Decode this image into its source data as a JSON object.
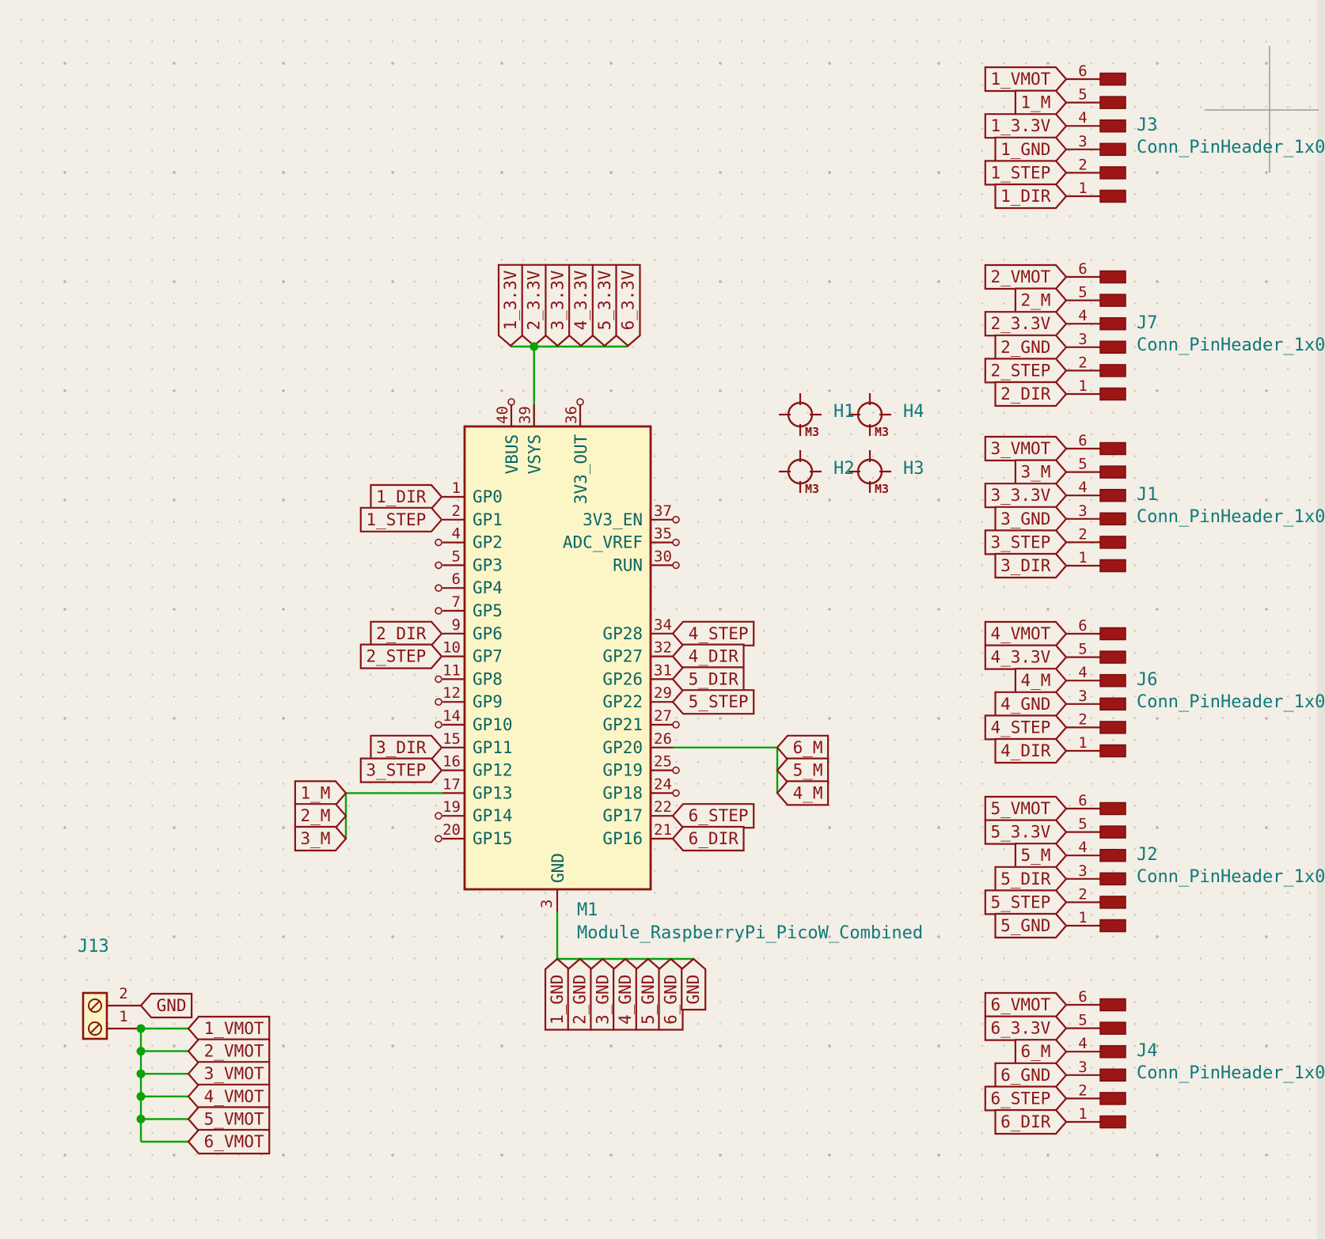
{
  "app": {
    "description": "KiCad schematic sheet, Raspberry Pi Pico W stepper motor breakout"
  },
  "module": {
    "ref": "M1",
    "value": "Module_RaspberryPi_PicoW_Combined"
  },
  "ic": {
    "top_pins": [
      {
        "num": "40",
        "name": "VBUS",
        "connected": false
      },
      {
        "num": "39",
        "name": "VSYS",
        "connected": true
      },
      {
        "num": "36",
        "name": "3V3_OUT",
        "connected": false
      }
    ],
    "bottom_pin": {
      "num": "3",
      "name": "GND"
    },
    "left_pins": [
      {
        "num": "1",
        "name": "GP0",
        "row": 0,
        "label": "1_DIR"
      },
      {
        "num": "2",
        "name": "GP1",
        "row": 1,
        "label": "1_STEP"
      },
      {
        "num": "4",
        "name": "GP2",
        "row": 2
      },
      {
        "num": "5",
        "name": "GP3",
        "row": 3
      },
      {
        "num": "6",
        "name": "GP4",
        "row": 4
      },
      {
        "num": "7",
        "name": "GP5",
        "row": 5
      },
      {
        "num": "9",
        "name": "GP6",
        "row": 6,
        "label": "2_DIR"
      },
      {
        "num": "10",
        "name": "GP7",
        "row": 7,
        "label": "2_STEP"
      },
      {
        "num": "11",
        "name": "GP8",
        "row": 8
      },
      {
        "num": "12",
        "name": "GP9",
        "row": 9
      },
      {
        "num": "14",
        "name": "GP10",
        "row": 10
      },
      {
        "num": "15",
        "name": "GP11",
        "row": 11,
        "label": "3_DIR"
      },
      {
        "num": "16",
        "name": "GP12",
        "row": 12,
        "label": "3_STEP"
      },
      {
        "num": "17",
        "name": "GP13",
        "row": 13,
        "wired": true
      },
      {
        "num": "19",
        "name": "GP14",
        "row": 14
      },
      {
        "num": "20",
        "name": "GP15",
        "row": 15
      }
    ],
    "right_pins": [
      {
        "num": "37",
        "name": "3V3_EN",
        "row": 1
      },
      {
        "num": "35",
        "name": "ADC_VREF",
        "row": 2
      },
      {
        "num": "30",
        "name": "RUN",
        "row": 3
      },
      {
        "num": "34",
        "name": "GP28",
        "row": 6,
        "label": "4_STEP"
      },
      {
        "num": "32",
        "name": "GP27",
        "row": 7,
        "label": "4_DIR"
      },
      {
        "num": "31",
        "name": "GP26",
        "row": 8,
        "label": "5_DIR"
      },
      {
        "num": "29",
        "name": "GP22",
        "row": 9,
        "label": "5_STEP"
      },
      {
        "num": "27",
        "name": "GP21",
        "row": 10
      },
      {
        "num": "26",
        "name": "GP20",
        "row": 11,
        "wired": true
      },
      {
        "num": "25",
        "name": "GP19",
        "row": 12
      },
      {
        "num": "24",
        "name": "GP18",
        "row": 13
      },
      {
        "num": "22",
        "name": "GP17",
        "row": 14,
        "label": "6_STEP"
      },
      {
        "num": "21",
        "name": "GP16",
        "row": 15,
        "label": "6_DIR"
      }
    ]
  },
  "power_rail_labels": [
    "1_3.3V",
    "2_3.3V",
    "3_3.3V",
    "4_3.3V",
    "5_3.3V",
    "6_3.3V"
  ],
  "ground_rail_labels": [
    "1_GND",
    "2_GND",
    "3_GND",
    "4_GND",
    "5_GND",
    "6_GND",
    "GND"
  ],
  "m_labels_left": [
    "1_M",
    "2_M",
    "3_M"
  ],
  "m_labels_right": [
    "6_M",
    "5_M",
    "4_M"
  ],
  "connectors": [
    {
      "ref": "J3",
      "value": "Conn_PinHeader_1x0",
      "pins": [
        {
          "num": "6",
          "label": "1_VMOT"
        },
        {
          "num": "5",
          "label": "1_M"
        },
        {
          "num": "4",
          "label": "1_3.3V"
        },
        {
          "num": "3",
          "label": "1_GND"
        },
        {
          "num": "2",
          "label": "1_STEP"
        },
        {
          "num": "1",
          "label": "1_DIR"
        }
      ]
    },
    {
      "ref": "J7",
      "value": "Conn_PinHeader_1x0",
      "pins": [
        {
          "num": "6",
          "label": "2_VMOT"
        },
        {
          "num": "5",
          "label": "2_M"
        },
        {
          "num": "4",
          "label": "2_3.3V"
        },
        {
          "num": "3",
          "label": "2_GND"
        },
        {
          "num": "2",
          "label": "2_STEP"
        },
        {
          "num": "1",
          "label": "2_DIR"
        }
      ]
    },
    {
      "ref": "J1",
      "value": "Conn_PinHeader_1x0",
      "pins": [
        {
          "num": "6",
          "label": "3_VMOT"
        },
        {
          "num": "5",
          "label": "3_M"
        },
        {
          "num": "4",
          "label": "3_3.3V"
        },
        {
          "num": "3",
          "label": "3_GND"
        },
        {
          "num": "2",
          "label": "3_STEP"
        },
        {
          "num": "1",
          "label": "3_DIR"
        }
      ]
    },
    {
      "ref": "J6",
      "value": "Conn_PinHeader_1x0",
      "pins": [
        {
          "num": "6",
          "label": "4_VMOT"
        },
        {
          "num": "5",
          "label": "4_3.3V"
        },
        {
          "num": "4",
          "label": "4_M"
        },
        {
          "num": "3",
          "label": "4_GND"
        },
        {
          "num": "2",
          "label": "4_STEP"
        },
        {
          "num": "1",
          "label": "4_DIR"
        }
      ]
    },
    {
      "ref": "J2",
      "value": "Conn_PinHeader_1x0",
      "pins": [
        {
          "num": "6",
          "label": "5_VMOT"
        },
        {
          "num": "5",
          "label": "5_3.3V"
        },
        {
          "num": "4",
          "label": "5_M"
        },
        {
          "num": "3",
          "label": "5_DIR"
        },
        {
          "num": "2",
          "label": "5_STEP"
        },
        {
          "num": "1",
          "label": "5_GND"
        }
      ]
    },
    {
      "ref": "J4",
      "value": "Conn_PinHeader_1x0",
      "pins": [
        {
          "num": "6",
          "label": "6_VMOT"
        },
        {
          "num": "5",
          "label": "6_3.3V"
        },
        {
          "num": "4",
          "label": "6_M"
        },
        {
          "num": "3",
          "label": "6_GND"
        },
        {
          "num": "2",
          "label": "6_STEP"
        },
        {
          "num": "1",
          "label": "6_DIR"
        }
      ]
    }
  ],
  "screw_terminal": {
    "ref": "J13",
    "pin2": {
      "num": "2",
      "label": "GND"
    },
    "pin1": {
      "num": "1"
    },
    "vmot_labels": [
      "1_VMOT",
      "2_VMOT",
      "3_VMOT",
      "4_VMOT",
      "5_VMOT",
      "6_VMOT"
    ]
  },
  "mounting_holes": [
    {
      "ref": "H1",
      "value": "M3"
    },
    {
      "ref": "H4",
      "value": "M3"
    },
    {
      "ref": "H2",
      "value": "M3"
    },
    {
      "ref": "H3",
      "value": "M3"
    }
  ],
  "colors": {
    "background": "#f3eee6",
    "symbol_outline": "#8a1414",
    "symbol_fill": "#fcf6c6",
    "wire_green": "#07a307",
    "text_teal": "#0e7a7a",
    "pin_name_teal": "#0b6464"
  }
}
